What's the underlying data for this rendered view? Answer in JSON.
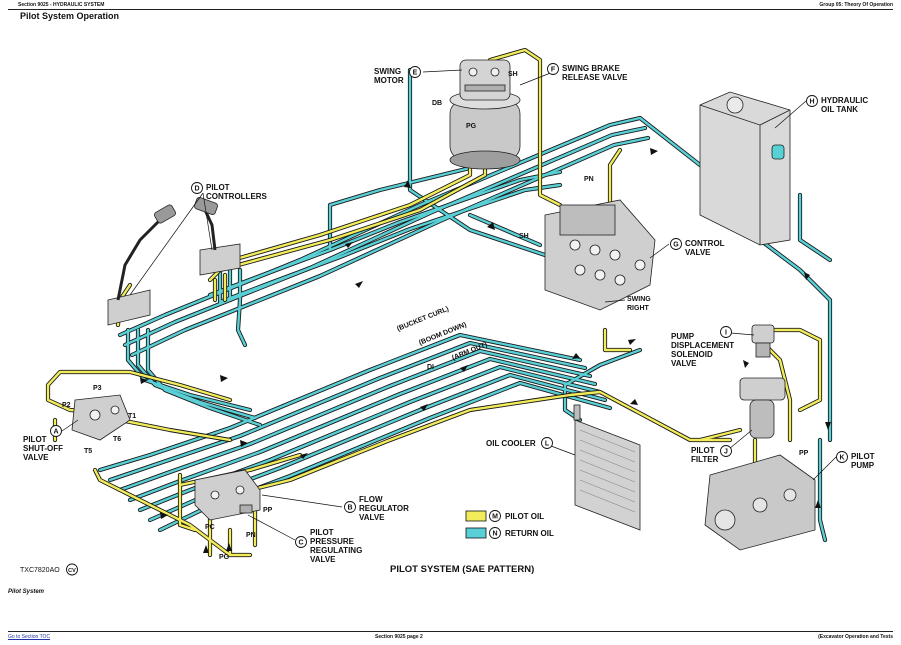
{
  "header": {
    "left": "Section 9025 - HYDRAULIC SYSTEM",
    "right": "Group 05: Theory Of Operation"
  },
  "page_title": "Pilot System Operation",
  "diagram_title": "PILOT SYSTEM (SAE PATTERN)",
  "figure_id": "TXC7820AO",
  "figure_badge": "CV",
  "caption": "Pilot System",
  "components": {
    "A": {
      "letter": "A",
      "name_lines": [
        "PILOT",
        "SHUT-OFF",
        "VALVE"
      ]
    },
    "B": {
      "letter": "B",
      "name_lines": [
        "FLOW",
        "REGULATOR",
        "VALVE"
      ]
    },
    "C": {
      "letter": "C",
      "name_lines": [
        "PILOT",
        "PRESSURE",
        "REGULATING",
        "VALVE"
      ]
    },
    "D": {
      "letter": "D",
      "name_lines": [
        "PILOT",
        "CONTROLLERS"
      ]
    },
    "E": {
      "letter": "E",
      "name_lines": [
        "SWING",
        "MOTOR"
      ]
    },
    "F": {
      "letter": "F",
      "name_lines": [
        "SWING BRAKE",
        "RELEASE VALVE"
      ]
    },
    "G": {
      "letter": "G",
      "name_lines": [
        "CONTROL",
        "VALVE"
      ]
    },
    "H": {
      "letter": "H",
      "name_lines": [
        "HYDRAULIC",
        "OIL TANK"
      ]
    },
    "I": {
      "letter": "I",
      "name_lines": [
        "PUMP",
        "DISPLACEMENT",
        "SOLENOID",
        "VALVE"
      ]
    },
    "J": {
      "letter": "J",
      "name_lines": [
        "PILOT",
        "FILTER"
      ]
    },
    "K": {
      "letter": "K",
      "name_lines": [
        "PILOT",
        "PUMP"
      ]
    },
    "L": {
      "letter": "L",
      "name_lines": [
        "OIL COOLER"
      ]
    }
  },
  "port_labels": {
    "p3": "P3",
    "p2": "P2",
    "t1": "T1",
    "t6": "T6",
    "t5": "T5",
    "pc": "PC",
    "pn_reg": "PN",
    "pg_reg": "PG",
    "pp_reg": "PP",
    "sh_top": "SH",
    "db": "DB",
    "pg_motor": "PG",
    "pn_cv": "PN",
    "sh_cv": "SH",
    "swing_right_1": "SWING",
    "swing_right_2": "RIGHT",
    "pp_pump": "PP",
    "di": "DI"
  },
  "line_labels": {
    "bucket_curl": "(BUCKET CURL)",
    "boom_down": "(BOOM DOWN)",
    "arm_out": "(ARM OUT)"
  },
  "legend": [
    {
      "letter": "M",
      "label": "PILOT OIL",
      "color": "#f2ec5a"
    },
    {
      "letter": "N",
      "label": "RETURN OIL",
      "color": "#59cfd6"
    }
  ],
  "colors": {
    "pilot_oil": "#f2ec5a",
    "return_oil": "#59cfd6",
    "outline": "#1a1a1a"
  },
  "footer": {
    "left": "Go to Section TOC",
    "center": "Section 9025 page 2",
    "right": "(Excavator Operation and Tests"
  }
}
